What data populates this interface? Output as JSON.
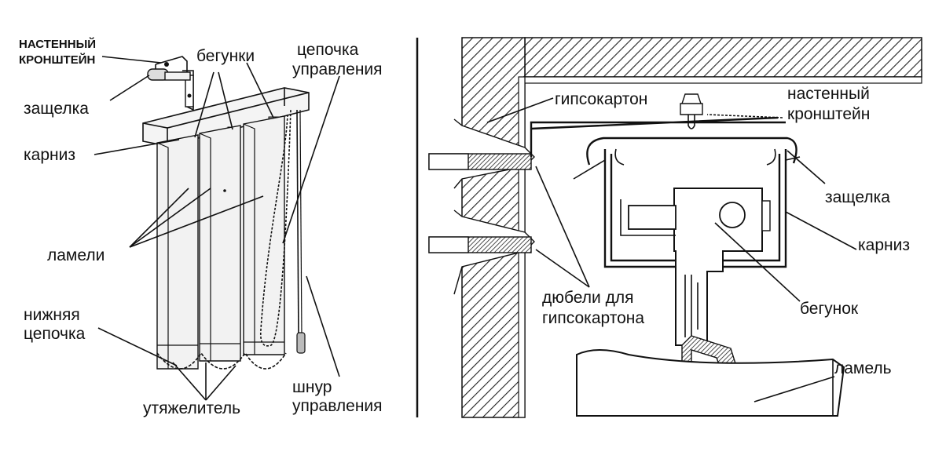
{
  "left_panel": {
    "labels": {
      "wall_bracket": [
        "НАСТЕННЫЙ",
        "КРОНШТЕЙН"
      ],
      "latch": "защелка",
      "runners": "бегунки",
      "control_chain": [
        "цепочка",
        "управления"
      ],
      "cornice": "карниз",
      "slats": "ламели",
      "bottom_chain": [
        "нижняя",
        "цепочка"
      ],
      "weight": "утяжелитель",
      "control_cord": [
        "шнур",
        "управления"
      ]
    }
  },
  "right_panel": {
    "labels": {
      "drywall": "гипсокартон",
      "wall_bracket": [
        "настенный",
        "кронштейн"
      ],
      "latch": "защелка",
      "cornice": "карниз",
      "dowels": [
        "дюбели для",
        "гипсокартона"
      ],
      "runner": "бегунок",
      "slat": "ламель"
    }
  },
  "colors": {
    "ink": "#111111",
    "slat_fill": "#f2f2f2",
    "hatch": "#222222",
    "background": "#ffffff"
  }
}
